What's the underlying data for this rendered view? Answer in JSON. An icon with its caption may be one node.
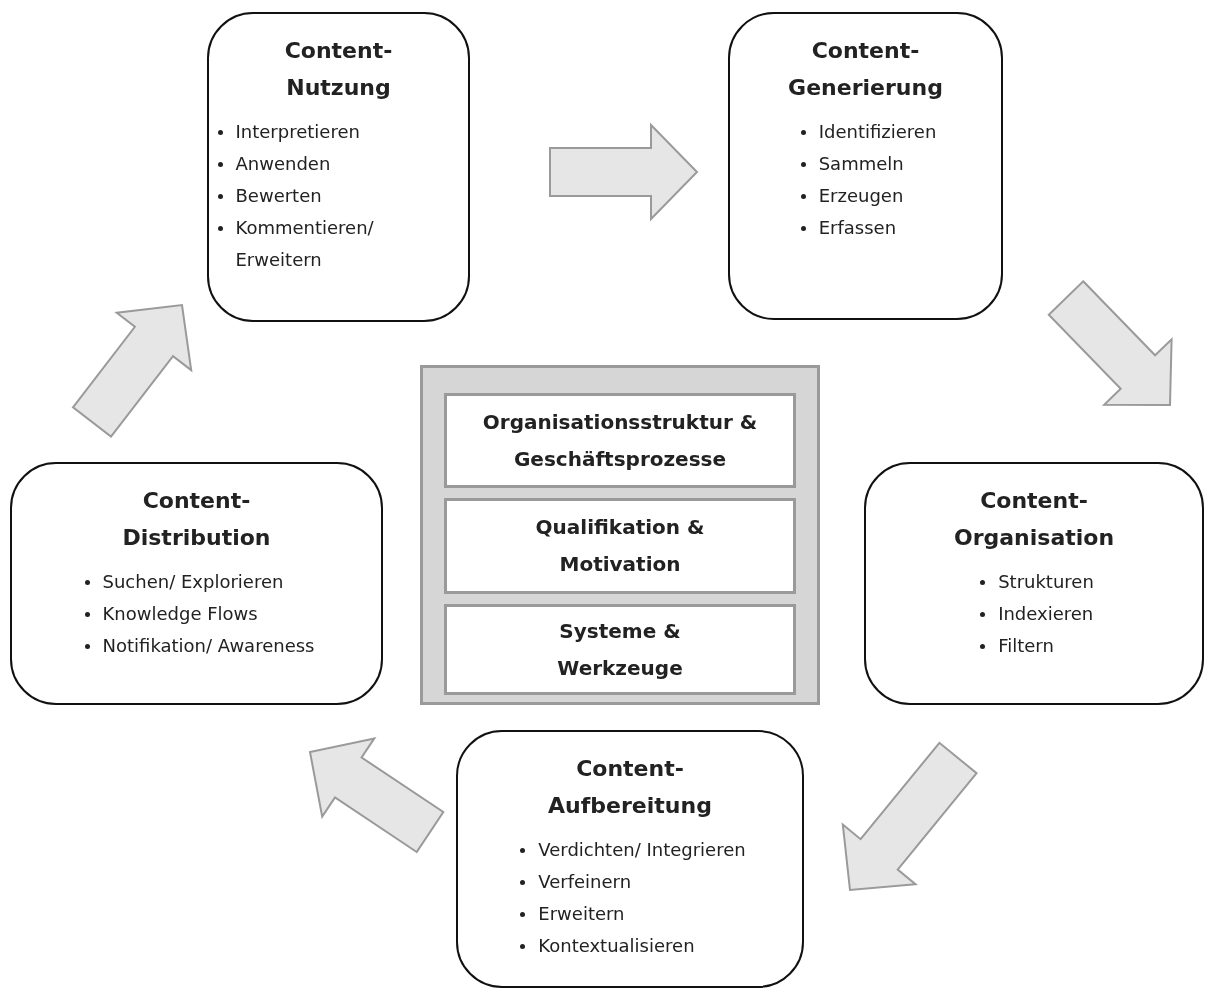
{
  "diagram": {
    "nodes": [
      {
        "text": [
          "Content- Nutzung",
          "Interpretieren",
          "Anwenden",
          "Bewerten",
          "Kommentieren/ Erweitern"
        ]
      },
      {
        "text": [
          "Content- Generierung",
          "Identifizieren",
          "Sammeln",
          "Erzeugen",
          "Erfassen"
        ]
      },
      {
        "text": [],
        "shape": "box"
      },
      {
        "text": [
          "Organisationsstruktur & Geschäftsprozesse"
        ],
        "in": 2
      },
      {
        "text": [
          "Qualifikation & Motivation"
        ],
        "in": 2
      },
      {
        "text": [
          "Systeme & Werkzeuge"
        ],
        "in": 2
      },
      {
        "text": [
          "Content- Distribution",
          "Suchen/ Explorieren",
          "Knowledge Flows",
          "Notifikation/ Awareness"
        ]
      },
      {
        "text": [
          "Content- Organisation",
          "Strukturen",
          "Indexieren",
          "Filtern"
        ]
      },
      {
        "text": [
          "Content- Aufbereitung",
          "Verdichten/ Integrieren",
          "Verfeinern",
          "Erweitern",
          "Kontextualisieren"
        ]
      }
    ],
    "edges": [
      {
        "from": 0,
        "to": 1,
        "arrow": "to"
      },
      {
        "from": 1,
        "to": 7,
        "arrow": "to"
      },
      {
        "from": 7,
        "to": 8,
        "arrow": "to"
      },
      {
        "from": 8,
        "to": 6,
        "arrow": "to"
      },
      {
        "from": 6,
        "to": 0,
        "arrow": "to"
      }
    ]
  }
}
